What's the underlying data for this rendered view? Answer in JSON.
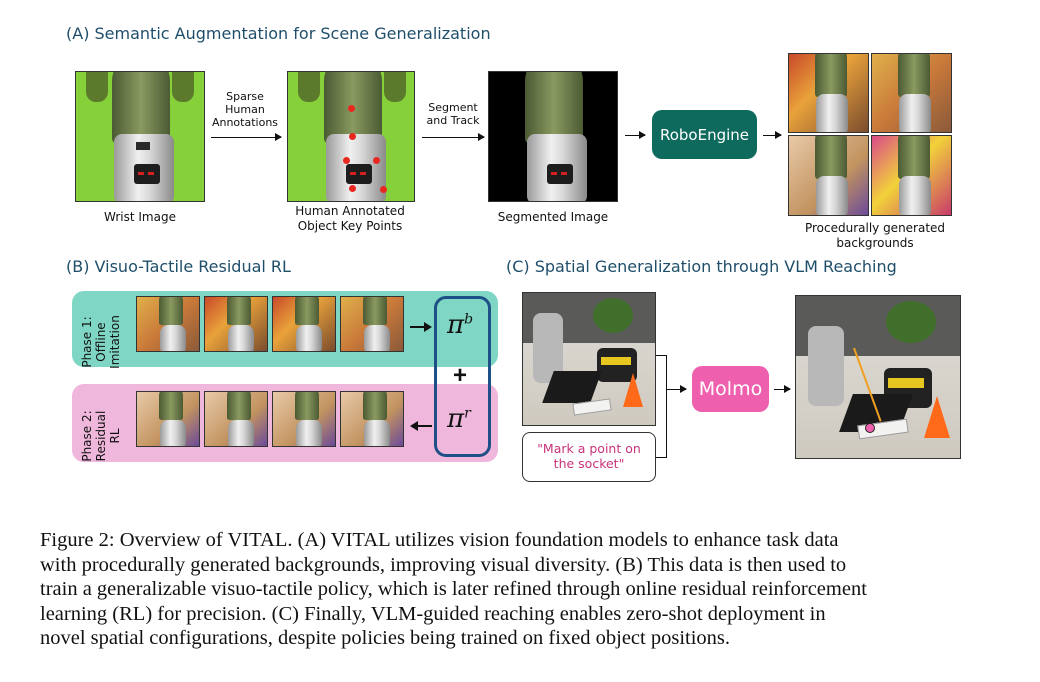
{
  "sections": {
    "a_title": "(A) Semantic Augmentation for Scene Generalization",
    "b_title": "(B) Visuo-Tactile Residual RL",
    "c_title": "(C) Spatial Generalization through VLM Reaching"
  },
  "panel_a": {
    "wrist_label": "Wrist Image",
    "arrow1_label": "Sparse\nHuman\nAnnotations",
    "annotated_label": "Human Annotated\nObject Key Points",
    "arrow2_label": "Segment\nand Track",
    "segmented_label": "Segmented Image",
    "roboengine": "RoboEngine",
    "generated_label": "Procedurally generated\nbackgrounds",
    "colors": {
      "roboengine": "#0e6a5c",
      "green_screen": "#86d13a",
      "keypoint": "#e8281f"
    }
  },
  "panel_b": {
    "phase1": "Phase 1:\nOffline\nImitation",
    "phase2": "Phase 2:\nResidual\nRL",
    "pi_b": "π",
    "pi_b_sup": "b",
    "pi_r": "π",
    "pi_r_sup": "r",
    "plus": "+",
    "colors": {
      "phase1_bg": "#7fd6c4",
      "phase2_bg": "#f0b7dc",
      "policy_border": "#1e4f86"
    }
  },
  "panel_c": {
    "prompt": "\"Mark a point on\nthe socket\"",
    "molmo": "Molmo",
    "colors": {
      "molmo": "#ee5fae",
      "prompt_text": "#c8337a",
      "reach_arrow": "#f0a020"
    }
  },
  "caption": {
    "lines": [
      "Figure 2: Overview of VITAL. (A) VITAL utilizes vision foundation models to enhance task data",
      "with procedurally generated backgrounds, improving visual diversity. (B) This data is then used to",
      "train a generalizable visuo-tactile policy, which is later refined through online residual reinforcement",
      "learning (RL) for precision. (C) Finally, VLM-guided reaching enables zero-shot deployment in",
      "novel spatial configurations, despite policies being trained on fixed object positions."
    ]
  }
}
